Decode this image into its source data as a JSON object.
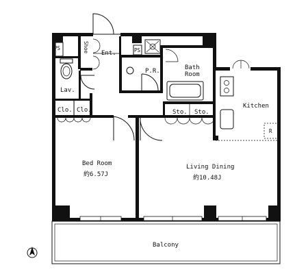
{
  "rooms": {
    "ps_left": "PS",
    "shoe": "Shoe",
    "entrance": "Ent.",
    "ps_right": "PS",
    "powder_room": "P.R.",
    "bath_room_line1": "Bath",
    "bath_room_line2": "Room",
    "lavatory": "Lav.",
    "closet_1": "Clo.",
    "closet_2": "Clo.",
    "storage_1": "Sto.",
    "storage_2": "Sto.",
    "kitchen": "Kitchen",
    "refrigerator": "R",
    "bed_room": "Bed Room",
    "bed_room_size": "約6.57J",
    "living_dining": "Living Dining",
    "living_dining_size": "約10.48J",
    "balcony": "Balcony"
  }
}
